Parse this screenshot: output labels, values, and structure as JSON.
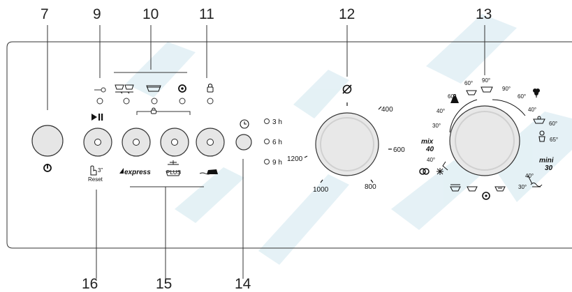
{
  "watermark_color": "#cfe6ee",
  "callouts": {
    "c7": "7",
    "c9": "9",
    "c10": "10",
    "c11": "11",
    "c12": "12",
    "c13": "13",
    "c14": "14",
    "c15": "15",
    "c16": "16"
  },
  "delay": {
    "h3": "3 h",
    "h6": "6 h",
    "h9": "9 h"
  },
  "spin": {
    "s400": "400",
    "s600": "600",
    "s800": "800",
    "s1000": "1000",
    "s1200": "1200"
  },
  "program": {
    "t60a": "60°",
    "t90a": "90°",
    "t90b": "90°",
    "t60b": "60°",
    "t60c": "60°",
    "t40a": "40°",
    "t30a": "30°",
    "t40b": "40°",
    "t60d": "60°",
    "t65": "65°",
    "mix": "mix",
    "mix40": "40",
    "mini": "mini",
    "mini30": "30",
    "t40c": "40°",
    "t30b": "30°",
    "t40d": "40°"
  },
  "buttons": {
    "reset_time": "3”",
    "reset_label": "Reset",
    "express_label": "express",
    "plus_label": "PLUS"
  },
  "icons": [
    "power-icon",
    "play-pause-icon",
    "key-icon",
    "wash-sequence-icon",
    "tub-icon",
    "spin-icon",
    "door-lock-icon",
    "clock-icon",
    "no-spin-icon",
    "hand-press-icon",
    "express-icon",
    "plus-icon",
    "iron-icon"
  ]
}
